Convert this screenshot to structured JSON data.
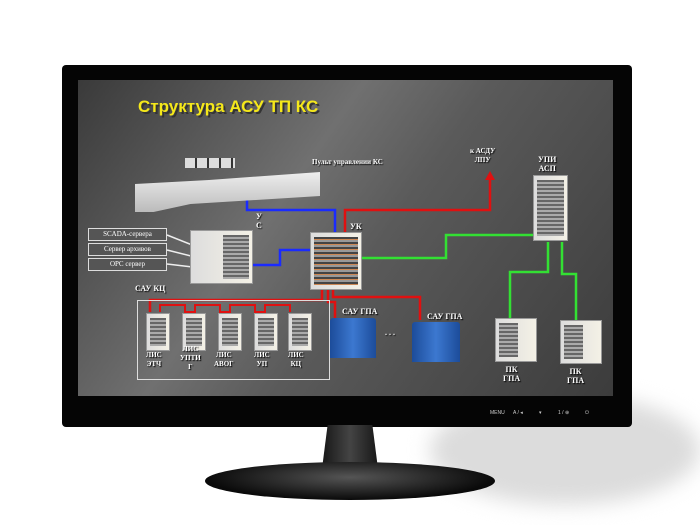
{
  "title": "Структура АСУ ТП КС",
  "console_label": "Пульт  управлении КС",
  "asdu_label": [
    "к АСДУ",
    "ЛПУ"
  ],
  "upi_label": [
    "УПИ",
    "АСП"
  ],
  "us_label": [
    "У",
    "С"
  ],
  "uk_label": "УК",
  "servers": [
    "SCADA-сервера",
    "Сервер архивов",
    "OPC сервер"
  ],
  "sau_kc_label": "САУ КЦ",
  "kc_units": [
    [
      "ЛИС",
      "ЭТЧ"
    ],
    [
      "ЛИС",
      "УПТИ",
      "Г"
    ],
    [
      "ЛИС",
      "АВОГ"
    ],
    [
      "ЛИС",
      "УП"
    ],
    [
      "ЛИС",
      "КЦ"
    ]
  ],
  "sau_gpa_label": "САУ ГПА",
  "ellipsis": ". . .",
  "pk_gpa_label": [
    "ПК",
    "ГПА"
  ],
  "monitor_controls": [
    "MENU",
    "A / ◂",
    "▾",
    "1 / ⊕",
    "⏻"
  ],
  "colors": {
    "title": "#f5e81a",
    "blue_link": "#1a2bff",
    "red_link": "#e01010",
    "green_link": "#33e033"
  }
}
